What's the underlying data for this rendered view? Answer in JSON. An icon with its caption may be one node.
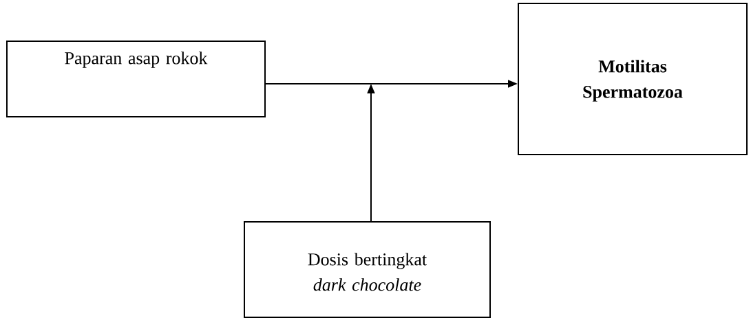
{
  "diagram": {
    "nodes": [
      {
        "text": [
          "Paparan asap rokok"
        ]
      },
      {
        "text": [
          "Motilitas Spermatozoa"
        ]
      },
      {
        "text": [
          "Dosis bertingkat *dark chocolate*"
        ]
      }
    ],
    "edges": [
      {
        "from": 0,
        "to": 1,
        "arrow": "to"
      },
      {
        "from": 2,
        "to": null,
        "arrow": "to"
      }
    ]
  }
}
